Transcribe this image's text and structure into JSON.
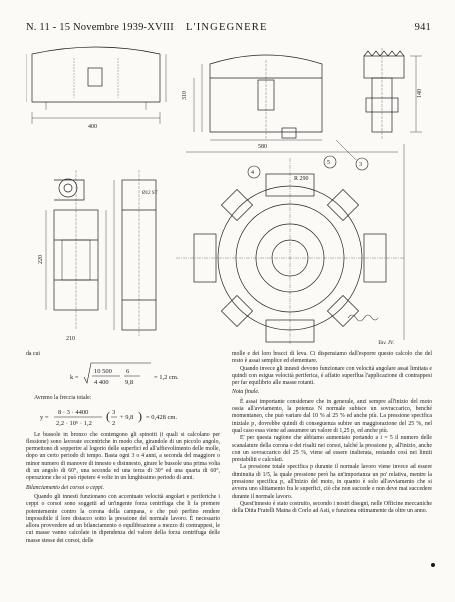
{
  "header": {
    "issue": "N. 11 - 15 Novembre 1939-XVIII",
    "journal": "L'INGEGNERE",
    "page_number": "941"
  },
  "figure": {
    "caption": "Tav. IV.",
    "dims": {
      "top_left_width": "400",
      "top_mid_width": "580",
      "top_mid_h1": "310",
      "top_mid_h2": "140",
      "bottom_left_w": "210",
      "bottom_left_h": "220",
      "right_r": "R 290"
    },
    "callouts": [
      "3",
      "4",
      "5"
    ],
    "notes": [
      "Ø12 ST"
    ]
  },
  "left_column": {
    "intro": "da cui",
    "formula_k": {
      "lhs": "k =",
      "num_left": "10 500",
      "num_right": "6",
      "den_left": "4 400",
      "den_right": "9,8",
      "result": "= 1,2 cm."
    },
    "arrow_text": "Avremo la freccia totale:",
    "formula_y": {
      "lhs": "y =",
      "num": "8 · 3 · 4400",
      "den": "2,2 · 10⁶ · 1,2",
      "paren": "3 + 9,8",
      "paren_num": "3",
      "paren_den": "2",
      "result": "= 0,428 cm."
    },
    "para1": "Le bussole in bronzo che contengono gli spinotti (i quali si calcolano per flessione) sono lavorate eccentriche in modo che, girandole di un piccolo angolo, permettono di sopperire al logorio delle superfici ed all'affievolimento delle molle, dopo un certo periodo di tempo. Basta ogni 3 o 4 anni, a seconda del maggiore o minor numero di manovre di innesto e disinnesto, girare le bussole una prima volta di un angolo di 60°, una seconda ed una terza di 30° ed una quarta di 60°, operazione che si può ripetere 4 volte in un lunghissimo periodo di anni.",
    "section_title": "Bilanciamento dei corsoi o ceppi.",
    "para2": "Quando gli innesti funzionano con accentuate velocità angolari e periferiche i ceppi o corsoi sono soggetti ad un'ingente forza centrifuga che li fa premere potentemente contro la corona della campana, e che può perfino rendere impossibile il loro distacco sotto la pressione del normale lavoro. È necessario allora provvedere ad un bilanciamento o equilibrazione a mezzo di contrappesi, le cui masse vanno calcolate in dipendenza del valore della forza centrifuga delle masse stesse dei corsoi, delle"
  },
  "right_column": {
    "para1": "molle e dei loro bracci di leva. Ci dispensiamo dall'esporre questo calcolo che del resto è assai semplice ed elementare.",
    "para2": "Quando invece gli innesti devono funzionare con velocità angolare assai limitata e quindi con esigua velocità periferica, è affatto superflua l'applicazione di contrappesi per far equilibrio alle masse rotanti.",
    "section_title": "Nota finale.",
    "para3": "È assai importante considerare che in generale, anzi sempre all'inizio del moto ossia all'avviamento, la potenza N normale subisce un sovraccarico, benché momentaneo, che può variare dal 10 % al 25 % ed anche più. La pressione specifica iniziale p₁ dovrebbe quindi di conseguenza subire un maggiorazione del 25 %, nel qual caso essa viene ad assumere un valore di 1,25 p₁ ed anche più.",
    "para4": "E' per questa ragione che abbiamo aumentato portando a i = 5 il numero delle scanalature della corona e dei risalti nei corsoi, talché la pressione p₁ all'inizio, anche con un sovraccarico del 25 %, viene ad essere inalterata, restando così nei limiti prestabiliti e calcolati.",
    "para5": "La pressione totale specifica p durante il normale lavoro viene invece ad essere diminuita di 1/5, la quale pressione però ha un'importanza un po' relativa, mentre la pressione specifica p₁ all'inizio del moto, in quanto è solo all'avviamento che si avvera uno slittamento fra le superfici, ciò che non succede e non deve mai succedere durante il normale lavoro.",
    "para6": "Quest'innesto è stato costruito, secondo i nostri disegni, nelle Officine meccaniche della Ditta Fratelli Maina di Corlo ad Asti, e funziona ottimamente da oltre un anno."
  }
}
